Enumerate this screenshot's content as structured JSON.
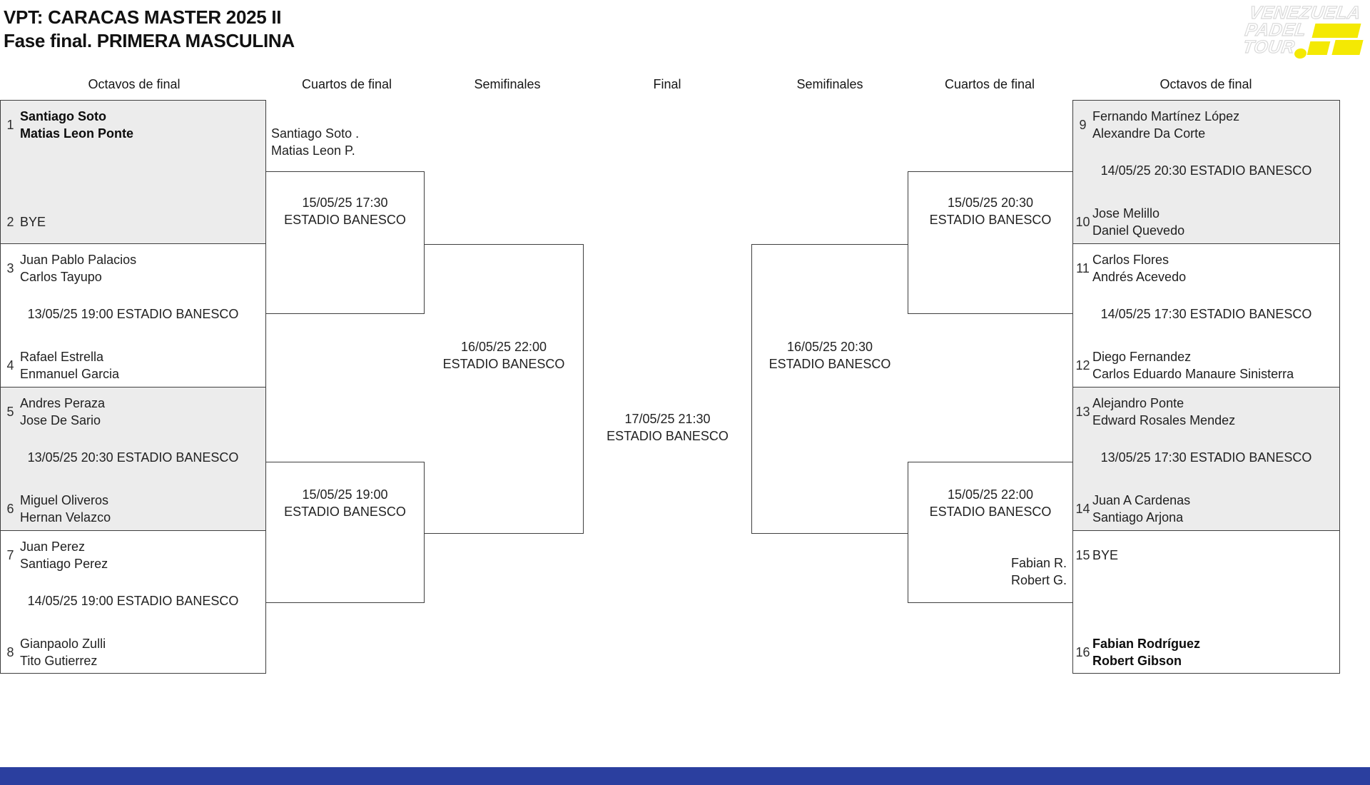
{
  "title": {
    "line1": "VPT: CARACAS MASTER 2025 II",
    "line2": "Fase final. PRIMERA MASCULINA"
  },
  "logo": {
    "line1": "VENEZUELA",
    "line2": "PADEL",
    "line3": "TOUR",
    "accent_color": "#f4e903"
  },
  "round_headers": [
    "Octavos de final",
    "Cuartos de final",
    "Semifinales",
    "Final",
    "Semifinales",
    "Cuartos de final",
    "Octavos de final"
  ],
  "colors": {
    "band_gray": "#ececec",
    "line_border": "#3f3f3f",
    "footer_blue": "#2b3f9f",
    "logo_yellow": "#f4e903"
  },
  "bracket": {
    "octavos_left": [
      {
        "seed_top": "1",
        "player_top_1": "Santiago Soto",
        "player_top_2": "Matias Leon Ponte",
        "match": "",
        "seed_bottom": "2",
        "player_bottom_1": "BYE",
        "player_bottom_2": ""
      },
      {
        "seed_top": "3",
        "player_top_1": "Juan Pablo Palacios",
        "player_top_2": "Carlos Tayupo",
        "match": "13/05/25 19:00 ESTADIO BANESCO",
        "seed_bottom": "4",
        "player_bottom_1": "Rafael Estrella",
        "player_bottom_2": "Enmanuel Garcia"
      },
      {
        "seed_top": "5",
        "player_top_1": "Andres Peraza",
        "player_top_2": "Jose De Sario",
        "match": "13/05/25 20:30 ESTADIO BANESCO",
        "seed_bottom": "6",
        "player_bottom_1": "Miguel Oliveros",
        "player_bottom_2": "Hernan Velazco"
      },
      {
        "seed_top": "7",
        "player_top_1": "Juan Perez",
        "player_top_2": "Santiago Perez",
        "match": "14/05/25 19:00 ESTADIO BANESCO",
        "seed_bottom": "8",
        "player_bottom_1": "Gianpaolo Zulli",
        "player_bottom_2": "Tito Gutierrez"
      }
    ],
    "octavos_right": [
      {
        "seed_top": "9",
        "player_top_1": "Fernando Martínez López",
        "player_top_2": "Alexandre Da Corte",
        "match": "14/05/25 20:30 ESTADIO BANESCO",
        "seed_bottom": "10",
        "player_bottom_1": "Jose Melillo",
        "player_bottom_2": "Daniel Quevedo"
      },
      {
        "seed_top": "11",
        "player_top_1": "Carlos Flores",
        "player_top_2": "Andrés Acevedo",
        "match": "14/05/25 17:30 ESTADIO BANESCO",
        "seed_bottom": "12",
        "player_bottom_1": "Diego Fernandez",
        "player_bottom_2": "Carlos Eduardo Manaure Sinisterra"
      },
      {
        "seed_top": "13",
        "player_top_1": "Alejandro Ponte",
        "player_top_2": "Edward Rosales Mendez",
        "match": "13/05/25 17:30 ESTADIO BANESCO",
        "seed_bottom": "14",
        "player_bottom_1": "Juan A Cardenas",
        "player_bottom_2": "Santiago Arjona"
      },
      {
        "seed_top": "15",
        "player_top_1": "BYE",
        "player_top_2": "",
        "match": "",
        "seed_bottom": "16",
        "player_bottom_1": "Fabian Rodríguez",
        "player_bottom_2": "Robert Gibson"
      }
    ],
    "cuartos_left": [
      {
        "winner_1": "Santiago Soto .",
        "winner_2": "Matias Leon P.",
        "date": "15/05/25 17:30",
        "venue": "ESTADIO BANESCO"
      },
      {
        "winner_1": "",
        "winner_2": "",
        "date": "15/05/25 19:00",
        "venue": "ESTADIO BANESCO"
      }
    ],
    "cuartos_right": [
      {
        "winner_1": "",
        "winner_2": "",
        "date": "15/05/25 20:30",
        "venue": "ESTADIO BANESCO"
      },
      {
        "winner_1": "Fabian R.",
        "winner_2": "Robert G.",
        "date": "15/05/25 22:00",
        "venue": "ESTADIO BANESCO"
      }
    ],
    "semifinal_left": {
      "date": "16/05/25 22:00",
      "venue": "ESTADIO BANESCO"
    },
    "semifinal_right": {
      "date": "16/05/25 20:30",
      "venue": "ESTADIO BANESCO"
    },
    "final": {
      "date": "17/05/25 21:30",
      "venue": "ESTADIO BANESCO"
    }
  }
}
